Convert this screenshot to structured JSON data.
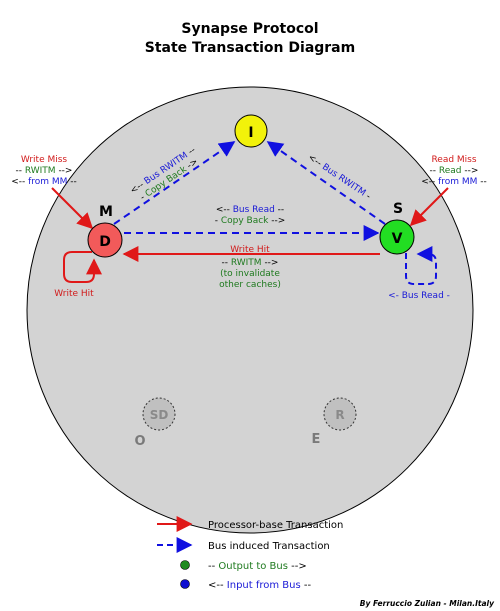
{
  "title": {
    "line1": "Synapse Protocol",
    "line2": "State Transaction Diagram"
  },
  "states": {
    "I": "I",
    "D": "D",
    "V": "V",
    "SD": "SD",
    "R": "R"
  },
  "state_letters": {
    "M": "M",
    "S": "S",
    "O": "O",
    "E": "E"
  },
  "labels": {
    "write_miss": {
      "l1": "Write Miss",
      "l2a": "-- ",
      "l2b": "RWITM",
      "l2c": " -->",
      "l3a": "<-- ",
      "l3b": "from MM",
      "l3c": " --"
    },
    "read_miss": {
      "l1": "Read Miss",
      "l2a": "-- ",
      "l2b": "Read",
      "l2c": " -->",
      "l3a": "<-- ",
      "l3b": "from MM",
      "l3c": " --"
    },
    "d_to_i": {
      "l1a": "<-- ",
      "l1b": "Bus RWITM",
      "l1c": " --",
      "l2a": "- ",
      "l2b": "Copy Back",
      "l2c": " ->"
    },
    "v_to_i": {
      "l1a": "<-- ",
      "l1b": "Bus RWITM",
      "l1c": " -"
    },
    "d_to_v": {
      "l1a": "<-- ",
      "l1b": "Bus Read",
      "l1c": " --",
      "l2a": "- ",
      "l2b": "Copy Back",
      "l2c": " -->"
    },
    "v_to_d": {
      "l1": "Write Hit",
      "l2a": "-- ",
      "l2b": "RWITM",
      "l2c": " -->",
      "l3": "(to invalidate",
      "l4": "other caches)"
    },
    "write_hit": "Write Hit",
    "bus_read": "<- Bus Read -"
  },
  "legend": {
    "processor": "Processor-base Transaction",
    "bus": "Bus induced Transaction",
    "output_a": "-- ",
    "output_b": "Output to Bus",
    "output_c": " -->",
    "input_a": "<-- ",
    "input_b": "Input from Bus",
    "input_c": " --"
  },
  "credit": "By Ferruccio Zulian - Milan.Italy",
  "colors": {
    "processor": "#e01818",
    "bus": "#1010e0",
    "output": "#1f8a1f",
    "input": "#1010d0",
    "state_I": "#f2f20a",
    "state_D": "#f25a5a",
    "state_V": "#22dd22",
    "ghost": "#c0c0c0",
    "disk": "#d3d3d3"
  }
}
